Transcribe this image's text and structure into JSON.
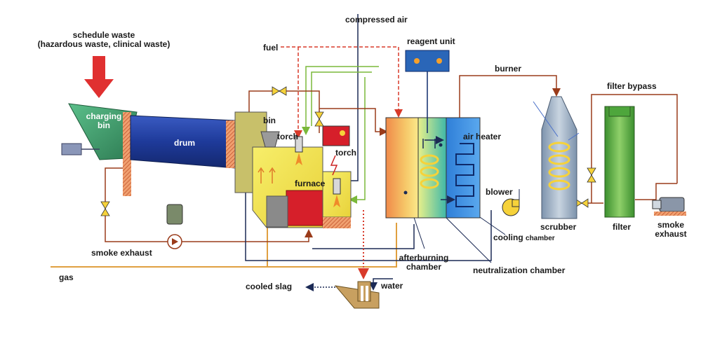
{
  "labels": {
    "schedule_waste_line1": "schedule waste",
    "schedule_waste_line2": "(hazardous waste, clinical waste)",
    "charging_bin_line1": "charging",
    "charging_bin_line2": "bin",
    "drum": "drum",
    "fuel": "fuel",
    "compressed_air": "compressed air",
    "reagent_unit": "reagent unit",
    "bin": "bin",
    "torch_upper": "torch",
    "torch_lower": "torch",
    "furnace": "furnace",
    "burner": "burner",
    "air_heater": "air heater",
    "blower": "blower",
    "filter_bypass": "filter bypass",
    "scrubber": "scrubber",
    "filter": "filter",
    "smoke_exhaust_right_line1": "smoke",
    "smoke_exhaust_right_line2": "exhaust",
    "cooling": "cooling",
    "chamber_small": "chamber",
    "smoke_exhaust_left": "smoke exhaust",
    "afterburning_line1": "afterburning",
    "afterburning_line2": "chamber",
    "neutralization_chamber": "neutralization chamber",
    "gas": "gas",
    "cooled_slag": "cooled slag",
    "water": "water"
  },
  "colors": {
    "drum": "#1f3f9a",
    "charging_bin": "#3c9a6a",
    "furnace_red": "#d61f2a",
    "furnace_yellow": "#f2e64a",
    "scrubber": "#8aa0b8",
    "filter": "#4ea63c",
    "pipe_brown": "#9a3b1a",
    "pipe_navy": "#1b2a55",
    "pipe_orange": "#e0a040",
    "pipe_green": "#7ab83a",
    "fuel_red": "#d83a2a"
  }
}
